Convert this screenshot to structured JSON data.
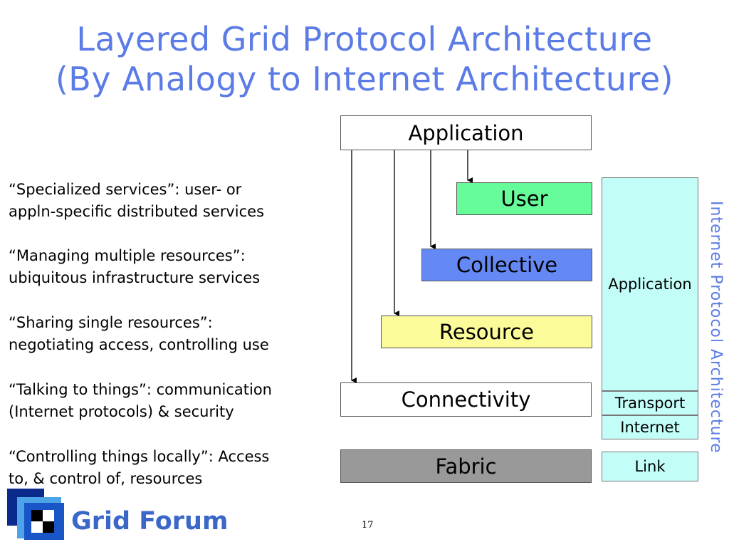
{
  "slide": {
    "title_line1": "Layered Grid Protocol Architecture",
    "title_line2": "(By Analogy to Internet Architecture)",
    "page_number": "17"
  },
  "descriptions": [
    {
      "line1": "“Specialized services”: user- or",
      "line2": "appln-specific distributed services"
    },
    {
      "line1": "“Managing multiple resources”:",
      "line2": "ubiquitous infrastructure services"
    },
    {
      "line1": "“Sharing single resources”:",
      "line2": "negotiating access, controlling use"
    },
    {
      "line1": "“Talking to things”: communication",
      "line2": "(Internet protocols) & security"
    },
    {
      "line1": "“Controlling things locally”: Access",
      "line2": "to, & control of, resources"
    }
  ],
  "grid_layers": {
    "application": {
      "label": "Application",
      "color": "#ffffff"
    },
    "user": {
      "label": "User",
      "color": "#66fc99"
    },
    "collective": {
      "label": "Collective",
      "color": "#6589f4"
    },
    "resource": {
      "label": "Resource",
      "color": "#fbfb99"
    },
    "connectivity": {
      "label": "Connectivity",
      "color": "#ffffff"
    },
    "fabric": {
      "label": "Fabric",
      "color": "#999999"
    }
  },
  "internet_layers": {
    "application": "Application",
    "transport": "Transport",
    "internet": "Internet",
    "link": "Link",
    "color": "#c2fdf8"
  },
  "internet_stack_label": "Internet Protocol Architecture",
  "logo": {
    "text": "Grid Forum",
    "colors": {
      "dark": "#0a2a8c",
      "light": "#4da3e8",
      "mid": "#3b68c8"
    }
  }
}
